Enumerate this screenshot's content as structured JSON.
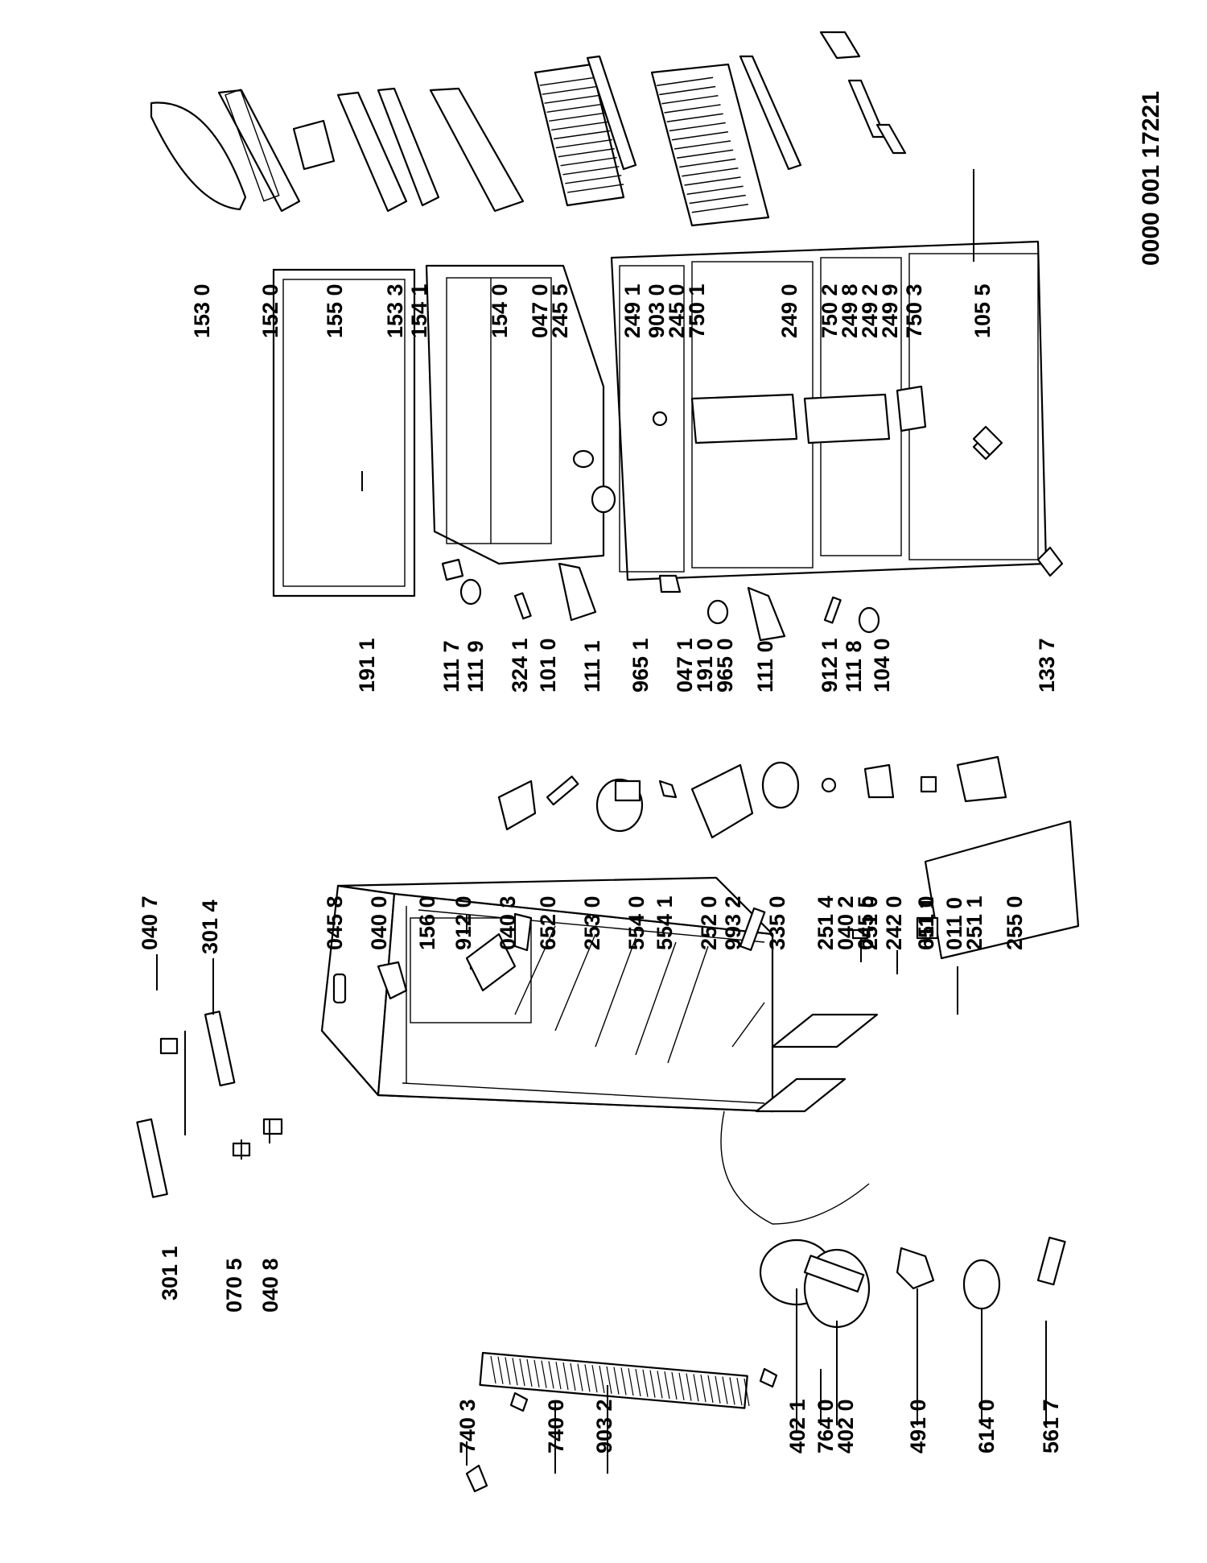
{
  "document_number": "0000 001 17221",
  "labels": [
    "301 1",
    "070 5",
    "040 8",
    "040 7",
    "301 4",
    "740 3",
    "740 0",
    "903 2",
    "402 1",
    "764 0",
    "402 0",
    "491 0",
    "614 0",
    "561 7",
    "045 8",
    "040 0",
    "156 0",
    "912 0",
    "040 3",
    "652 0",
    "993 2",
    "040 2",
    "045 5",
    "242 0",
    "011 1",
    "011 0",
    "255 0",
    "253 0",
    "554 0",
    "554 1",
    "252 0",
    "335 0",
    "251 4",
    "251 0",
    "651 0",
    "251 1",
    "191 1",
    "111 7",
    "111 9",
    "324 1",
    "101 0",
    "111 1",
    "965 1",
    "047 1",
    "191 0",
    "965 0",
    "111 0",
    "912 1",
    "111 8",
    "104 0",
    "133 7",
    "153 0",
    "152 0",
    "155 0",
    "153 3",
    "154 1",
    "154 0",
    "047 0",
    "245 5",
    "249 1",
    "903 0",
    "245 0",
    "750 1",
    "249 0",
    "750 2",
    "249 8",
    "249 2",
    "249 9",
    "750 3",
    "105 5"
  ],
  "colors": {
    "ink": "#000000",
    "paper": "#ffffff"
  }
}
